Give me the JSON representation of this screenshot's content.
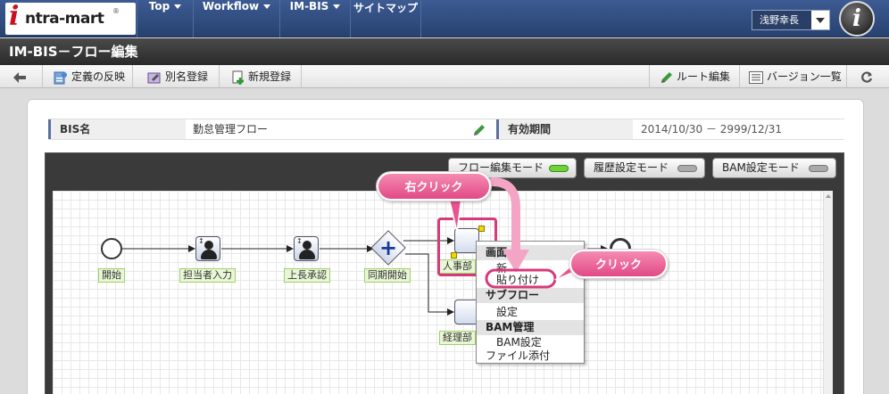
{
  "nav": {
    "logo_i": "i",
    "logo_text": "ntra-mart",
    "logo_reg": "®",
    "items": [
      {
        "label": "Top"
      },
      {
        "label": "Workflow"
      },
      {
        "label": "IM-BIS"
      },
      {
        "label": "サイトマップ"
      }
    ],
    "user": "浅野幸長",
    "info_glyph": "i"
  },
  "title": "IM-BIS－フロー編集",
  "toolbar": {
    "back_icon": "arrow-left-icon",
    "apply_label": "定義の反映",
    "alias_label": "別名登録",
    "new_label": "新規登録",
    "route_label": "ルート編集",
    "versions_label": "バージョン一覧",
    "refresh_icon": "refresh-icon"
  },
  "info": {
    "bis_name_label": "BIS名",
    "bis_name_value": "勤怠管理フロー",
    "period_label": "有効期間",
    "period_value": "2014/10/30 － 2999/12/31"
  },
  "modes": {
    "flow_edit": "フロー編集モード",
    "history": "履歴設定モード",
    "bam": "BAM設定モード"
  },
  "flow": {
    "start": "開始",
    "applicant": "担当者入力",
    "approval": "上長承認",
    "sync": "同期開始",
    "hr": "人事部",
    "accounting": "経理部"
  },
  "context_menu": {
    "screen_head": "画面",
    "new": "新",
    "paste": "貼り付け",
    "subflow_head": "サブフロー",
    "subflow_setting": "設定",
    "bam_head": "BAM管理",
    "bam_setting": "BAM設定",
    "file_attach": "ファイル添付"
  },
  "callouts": {
    "right_click": "右クリック",
    "click": "クリック"
  },
  "colors": {
    "nav_bg": "#2f4b7d",
    "callout": "#e8558f",
    "mode_on": "#6ed23c"
  }
}
